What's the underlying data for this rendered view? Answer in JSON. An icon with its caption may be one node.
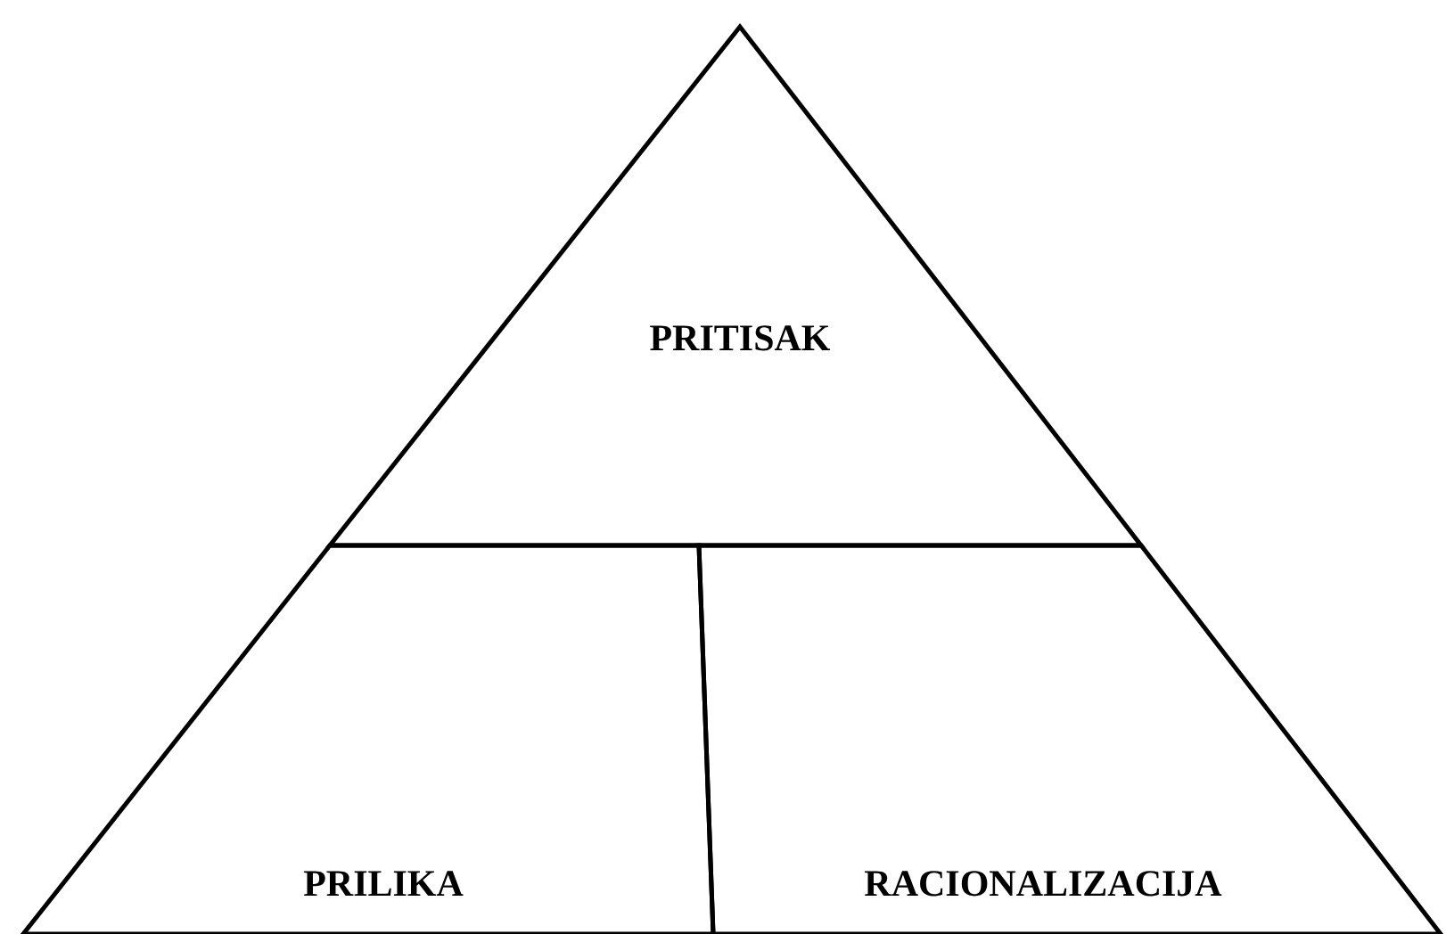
{
  "diagram": {
    "nodes": [
      {
        "text": [
          "PRITISAK"
        ]
      },
      {
        "text": [
          "PRILIKA"
        ]
      },
      {
        "text": [
          "RACIONALIZACIJA"
        ]
      }
    ]
  }
}
